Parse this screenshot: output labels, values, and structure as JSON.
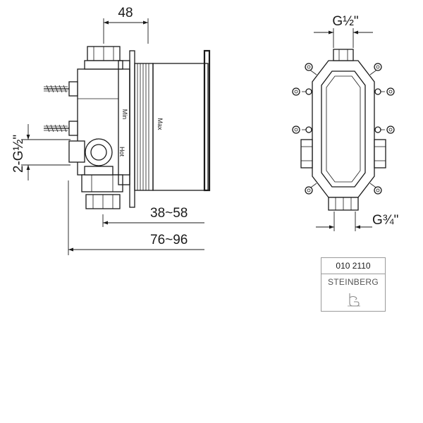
{
  "side_view": {
    "dim_top": "48",
    "dim_inlets": "2-G½\"",
    "dim_depth_short": "38~58",
    "dim_depth_long": "76~96",
    "label_min": "Min",
    "label_max": "Max",
    "label_hot": "Hot"
  },
  "front_view": {
    "dim_outlet_top": "G½\"",
    "dim_outlet_bottom": "G¾\""
  },
  "brand_card": {
    "code": "010 2110",
    "name": "STEINBERG",
    "logo_icon": "steinberg-logo-icon"
  },
  "colors": {
    "line": "#1a1a1a",
    "card_border": "#9a9a9a"
  }
}
